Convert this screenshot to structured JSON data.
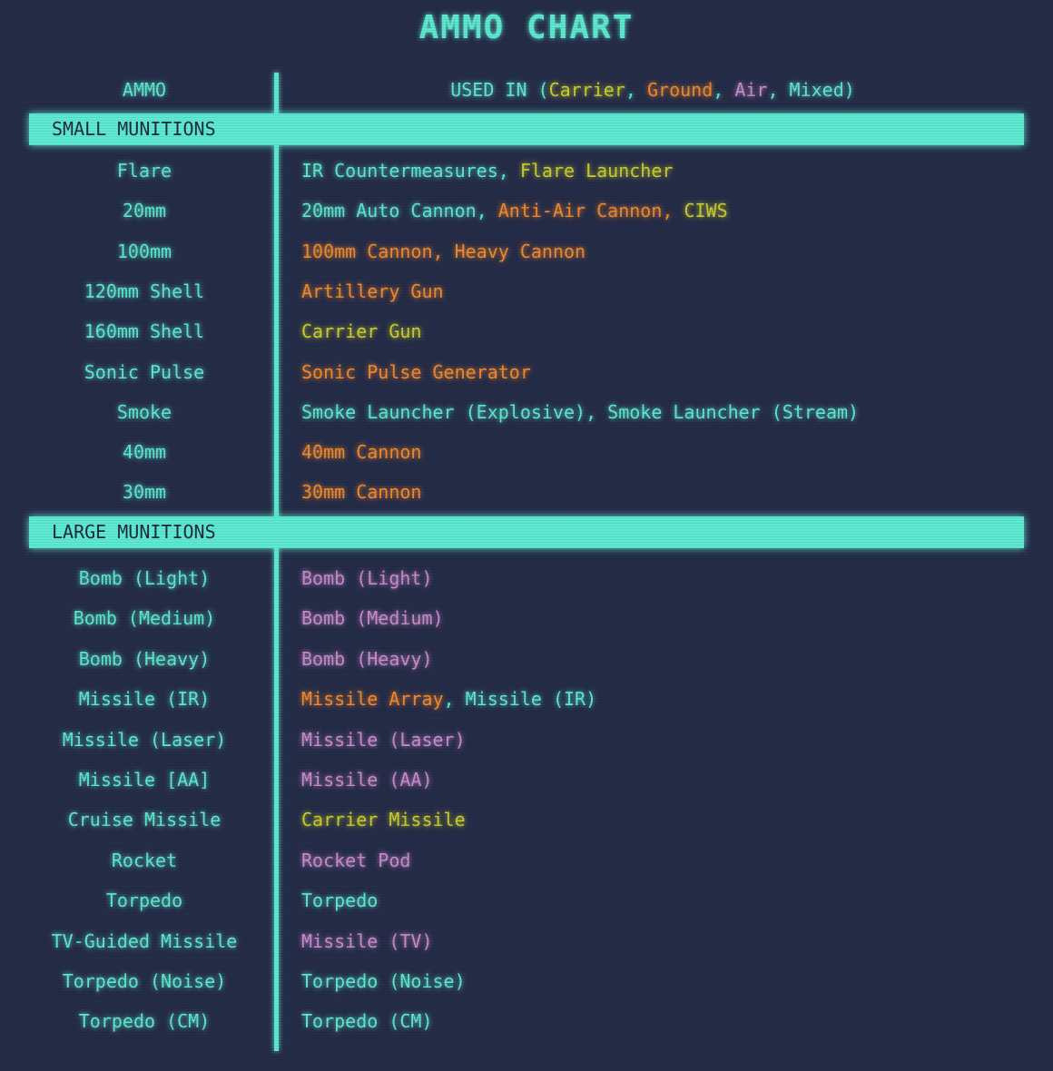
{
  "title": "AMMO CHART",
  "colors": {
    "cyan": "#5ee8cf",
    "yellow": "#c9cd2f",
    "orange": "#f08a30",
    "pink": "#c98ccb",
    "background": "#252c48"
  },
  "header": {
    "ammo": "AMMO",
    "used_in": [
      {
        "text": "USED IN (",
        "color": "cyan"
      },
      {
        "text": "Carrier",
        "color": "yellow"
      },
      {
        "text": ", ",
        "color": "cyan"
      },
      {
        "text": "Ground",
        "color": "orange"
      },
      {
        "text": ", ",
        "color": "cyan"
      },
      {
        "text": "Air",
        "color": "pink"
      },
      {
        "text": ", Mixed)",
        "color": "cyan"
      }
    ]
  },
  "sections": [
    {
      "label": "SMALL MUNITIONS",
      "rows": [
        {
          "ammo": "Flare",
          "used": [
            {
              "text": "IR Countermeasures, ",
              "color": "cyan"
            },
            {
              "text": "Flare Launcher",
              "color": "yellow"
            }
          ]
        },
        {
          "ammo": "20mm",
          "used": [
            {
              "text": "20mm Auto Cannon, ",
              "color": "cyan"
            },
            {
              "text": "Anti-Air Cannon, ",
              "color": "orange"
            },
            {
              "text": "CIWS",
              "color": "yellow"
            }
          ]
        },
        {
          "ammo": "100mm",
          "used": [
            {
              "text": "100mm Cannon, Heavy Cannon",
              "color": "orange"
            }
          ]
        },
        {
          "ammo": "120mm Shell",
          "used": [
            {
              "text": "Artillery Gun",
              "color": "orange"
            }
          ]
        },
        {
          "ammo": "160mm Shell",
          "used": [
            {
              "text": "Carrier Gun",
              "color": "yellow"
            }
          ]
        },
        {
          "ammo": "Sonic Pulse",
          "used": [
            {
              "text": "Sonic Pulse Generator",
              "color": "orange"
            }
          ]
        },
        {
          "ammo": "Smoke",
          "used": [
            {
              "text": "Smoke Launcher (Explosive), Smoke Launcher (Stream)",
              "color": "cyan"
            }
          ]
        },
        {
          "ammo": "40mm",
          "used": [
            {
              "text": "40mm Cannon",
              "color": "orange"
            }
          ]
        },
        {
          "ammo": "30mm",
          "used": [
            {
              "text": "30mm Cannon",
              "color": "orange"
            }
          ]
        }
      ]
    },
    {
      "label": "LARGE MUNITIONS",
      "rows": [
        {
          "ammo": "Bomb (Light)",
          "used": [
            {
              "text": "Bomb (Light)",
              "color": "pink"
            }
          ]
        },
        {
          "ammo": "Bomb (Medium)",
          "used": [
            {
              "text": "Bomb (Medium)",
              "color": "pink"
            }
          ]
        },
        {
          "ammo": "Bomb (Heavy)",
          "used": [
            {
              "text": "Bomb (Heavy)",
              "color": "pink"
            }
          ]
        },
        {
          "ammo": "Missile (IR)",
          "used": [
            {
              "text": "Missile Array",
              "color": "orange"
            },
            {
              "text": ", Missile (IR)",
              "color": "cyan"
            }
          ]
        },
        {
          "ammo": "Missile (Laser)",
          "used": [
            {
              "text": "Missile (Laser)",
              "color": "pink"
            }
          ]
        },
        {
          "ammo": "Missile [AA]",
          "used": [
            {
              "text": "Missile (AA)",
              "color": "pink"
            }
          ]
        },
        {
          "ammo": "Cruise Missile",
          "used": [
            {
              "text": "Carrier Missile",
              "color": "yellow"
            }
          ]
        },
        {
          "ammo": "Rocket",
          "used": [
            {
              "text": "Rocket Pod",
              "color": "pink"
            }
          ]
        },
        {
          "ammo": "Torpedo",
          "used": [
            {
              "text": "Torpedo",
              "color": "cyan"
            }
          ]
        },
        {
          "ammo": "TV-Guided Missile",
          "used": [
            {
              "text": "Missile (TV)",
              "color": "pink"
            }
          ]
        },
        {
          "ammo": "Torpedo (Noise)",
          "used": [
            {
              "text": "Torpedo (Noise)",
              "color": "cyan"
            }
          ]
        },
        {
          "ammo": "Torpedo (CM)",
          "used": [
            {
              "text": "Torpedo (CM)",
              "color": "cyan"
            }
          ]
        }
      ]
    }
  ]
}
